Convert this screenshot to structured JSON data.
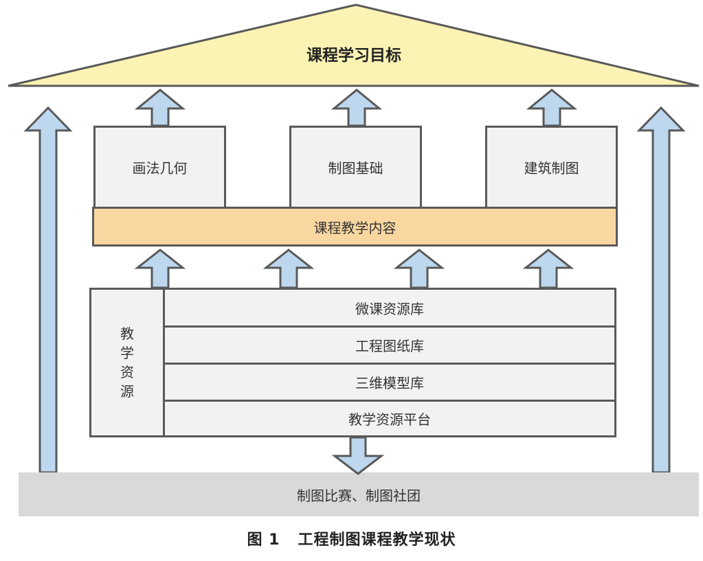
{
  "roof": {
    "label": "课程学习目标"
  },
  "courses": [
    {
      "label": "画法几何"
    },
    {
      "label": "制图基础"
    },
    {
      "label": "建筑制图"
    }
  ],
  "content_band": {
    "label": "课程教学内容"
  },
  "resources": {
    "side_label": [
      "教",
      "学",
      "资",
      "源"
    ],
    "rows": [
      {
        "label": "微课资源库"
      },
      {
        "label": "工程图纸库"
      },
      {
        "label": "三维模型库"
      },
      {
        "label": "教学资源平台"
      }
    ]
  },
  "ground": {
    "label": "制图比赛、制图社团"
  },
  "caption": {
    "number": "图 1",
    "title": "工程制图课程教学现状"
  },
  "colors": {
    "roof_fill": "#fbf3b4",
    "arrow_fill": "#bdd7ee",
    "band_fill": "#fad7a0",
    "box_fill": "#f2f2f2",
    "ground_fill": "#d9d9d9",
    "outline": "#595959"
  }
}
